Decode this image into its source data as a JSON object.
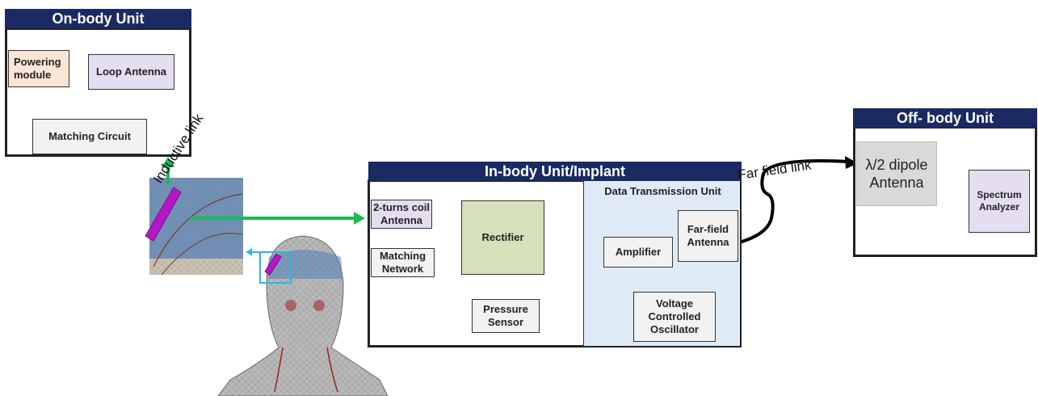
{
  "on_body": {
    "title": "On-body Unit",
    "powering": "Powering module",
    "loop": "Loop Antenna",
    "matching": "Matching Circuit"
  },
  "in_body": {
    "title": "In-body Unit/Implant",
    "coil": "2-turns coil Antenna",
    "matching": "Matching Network",
    "rectifier": "Rectifier",
    "pressure": "Pressure Sensor",
    "dtu_title": "Data Transmission Unit",
    "amplifier": "Amplifier",
    "farfield": "Far-field Antenna",
    "vco": "Voltage Controlled Oscillator"
  },
  "off_body": {
    "title": "Off- body Unit",
    "dipole": "λ/2 dipole Antenna",
    "analyzer": "Spectrum Analyzer"
  },
  "links": {
    "inductive": "Inductive link",
    "farfield": "Far field link"
  },
  "colors": {
    "title_bar": "#1b2a63",
    "powering_fill": "#fbe5d6",
    "loop_fill": "#e4def0",
    "neutral_fill": "#f2f2f2",
    "rectifier_fill": "#d6e1bb",
    "dtu_fill": "#deebf7",
    "arrow_green": "#1db954",
    "link_magenta": "#b517c8",
    "link_cyan": "#27b7e8"
  }
}
